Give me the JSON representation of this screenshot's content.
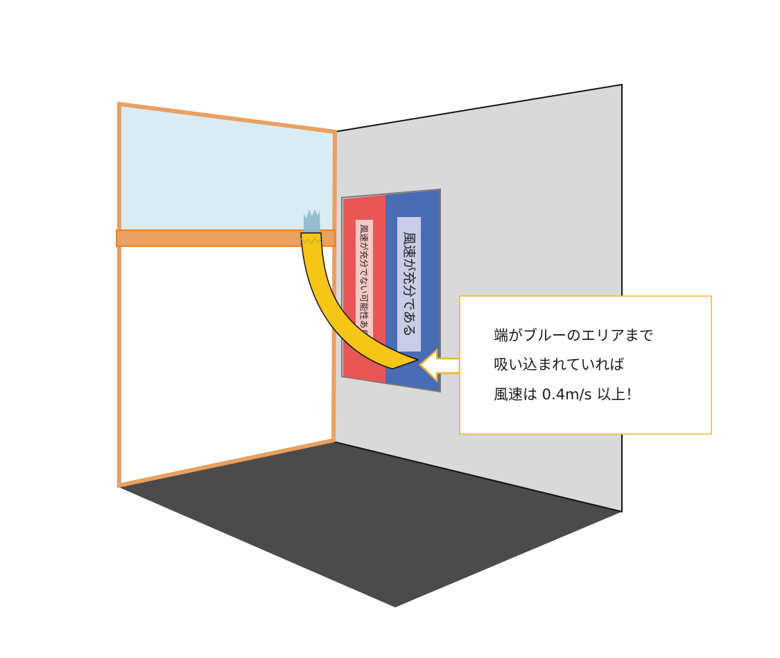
{
  "sign": {
    "red_zone_label": "風速が充分でない可能性あり",
    "blue_zone_label": "風速が充分である"
  },
  "callout": {
    "line1": "端がブルーのエリアまで",
    "line2": "吸い込まれていれば",
    "line3": "風速は 0.4m/s 以上！"
  },
  "colors": {
    "window_frame": "#E9A060",
    "window_glass": "#D9ECF3",
    "transom_bar": "#E9A060",
    "transom_stroke": "#F07D1E",
    "wall": "#D9D9D9",
    "floor": "#4B4B4B",
    "sign_red": "#E85656",
    "sign_blue": "#4A6CB5",
    "red_label_bg": "#F8C9C4",
    "blue_label_bg": "#C9CCE6",
    "streamer_yellow": "#F5C518",
    "streamer_blue": "#8DB9CE",
    "callout_border": "#F0B52A"
  }
}
